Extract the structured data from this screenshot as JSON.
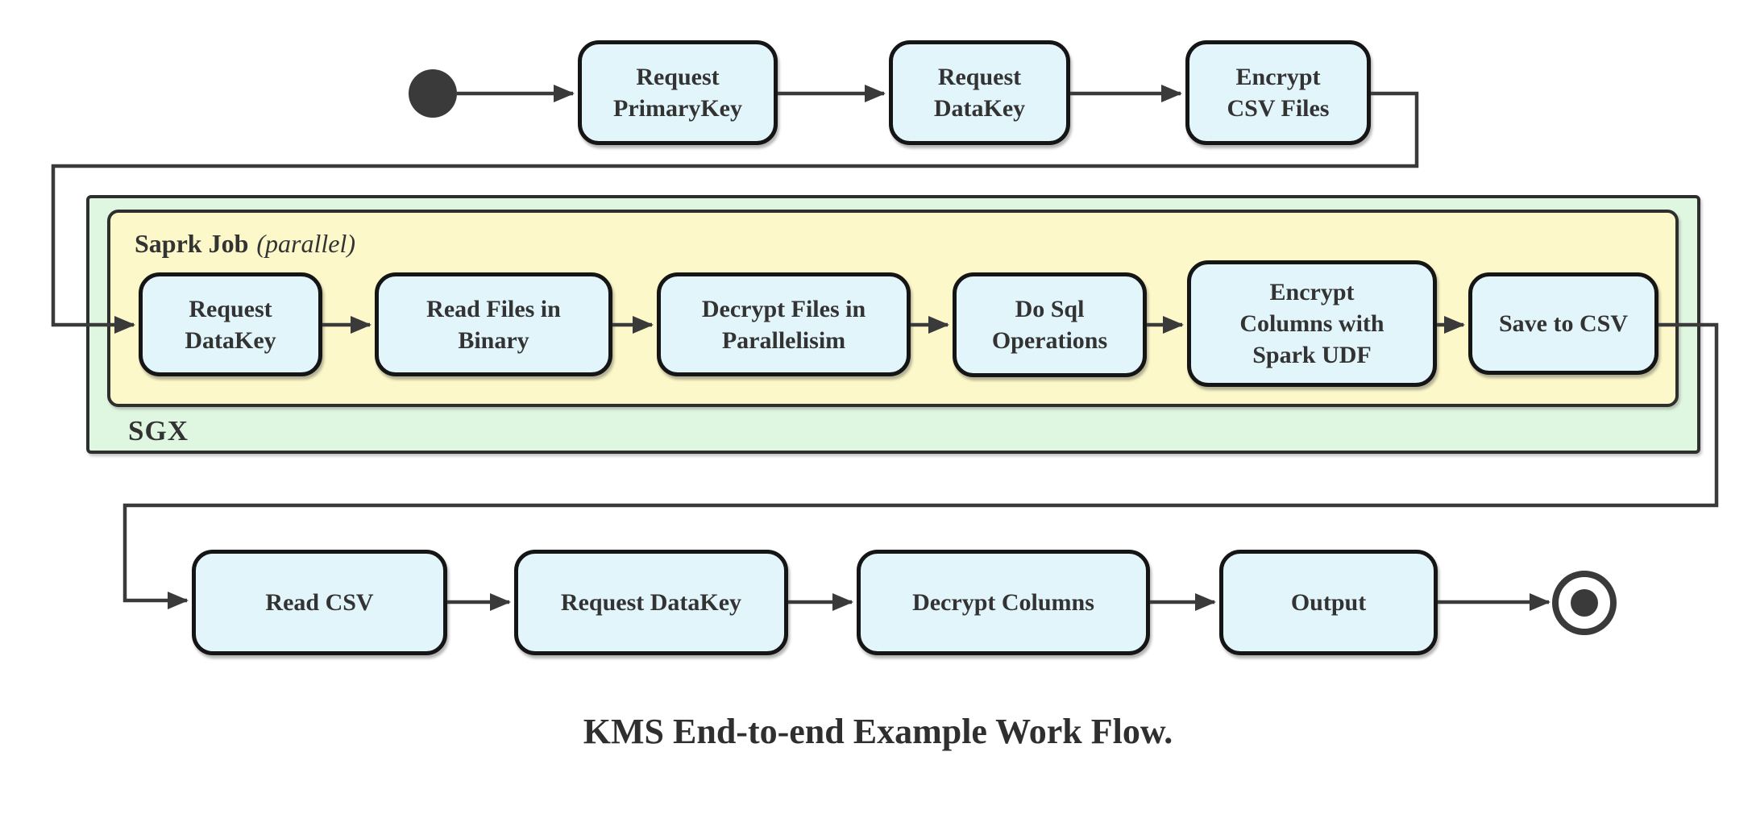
{
  "diagram": {
    "caption": "KMS End-to-end Example Work Flow.",
    "colors": {
      "node_fill": "#e1f5fb",
      "node_border": "#151515",
      "sgx_fill": "#dff7e0",
      "spark_fill": "#fcf8c9",
      "container_border": "#2e2e2e",
      "line": "#3a3a3a",
      "text": "#333333"
    },
    "top_row": {
      "nodes": [
        "Request PrimaryKey",
        "Request DataKey",
        "Encrypt CSV Files"
      ]
    },
    "sgx_container": {
      "label": "SGX",
      "spark_container": {
        "label": "Saprk Job",
        "qualifier": "(parallel)",
        "nodes": [
          "Request DataKey",
          "Read Files in Binary",
          "Decrypt Files in Parallelisim",
          "Do Sql Operations",
          "Encrypt Columns with Spark UDF",
          "Save to CSV"
        ]
      }
    },
    "bottom_row": {
      "nodes": [
        "Read CSV",
        "Request DataKey",
        "Decrypt Columns",
        "Output"
      ]
    }
  }
}
